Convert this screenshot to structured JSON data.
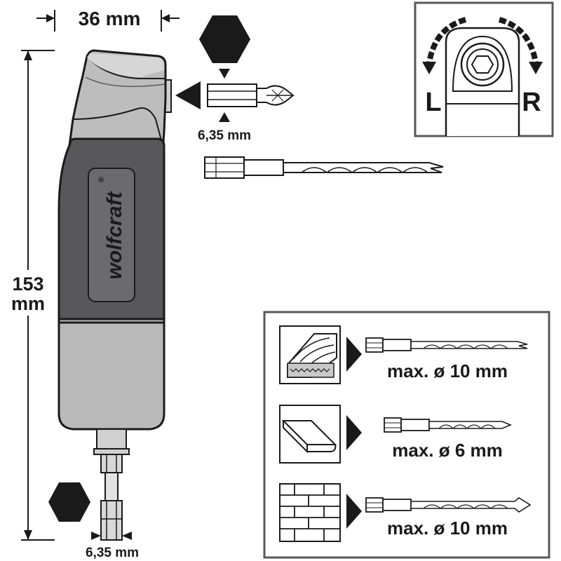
{
  "dimensions": {
    "width_label": "36 mm",
    "height_value": "153",
    "height_unit": "mm",
    "bit_top_label": "6,35 mm",
    "bit_bottom_label": "6,35 mm"
  },
  "brand": {
    "name": "wolfcraft",
    "reg_mark": "®"
  },
  "rotation": {
    "left_letter": "L",
    "right_letter": "R"
  },
  "capacities": [
    {
      "material": "wood",
      "label": "max. ø 10 mm"
    },
    {
      "material": "metal",
      "label": "max. ø 6 mm"
    },
    {
      "material": "masonry",
      "label": "max. ø 10 mm"
    }
  ],
  "colors": {
    "ink": "#1a1a1a",
    "body_light": "#b9b9b9",
    "grip_dark": "#58585a",
    "chuck": "#d0d0d0"
  }
}
